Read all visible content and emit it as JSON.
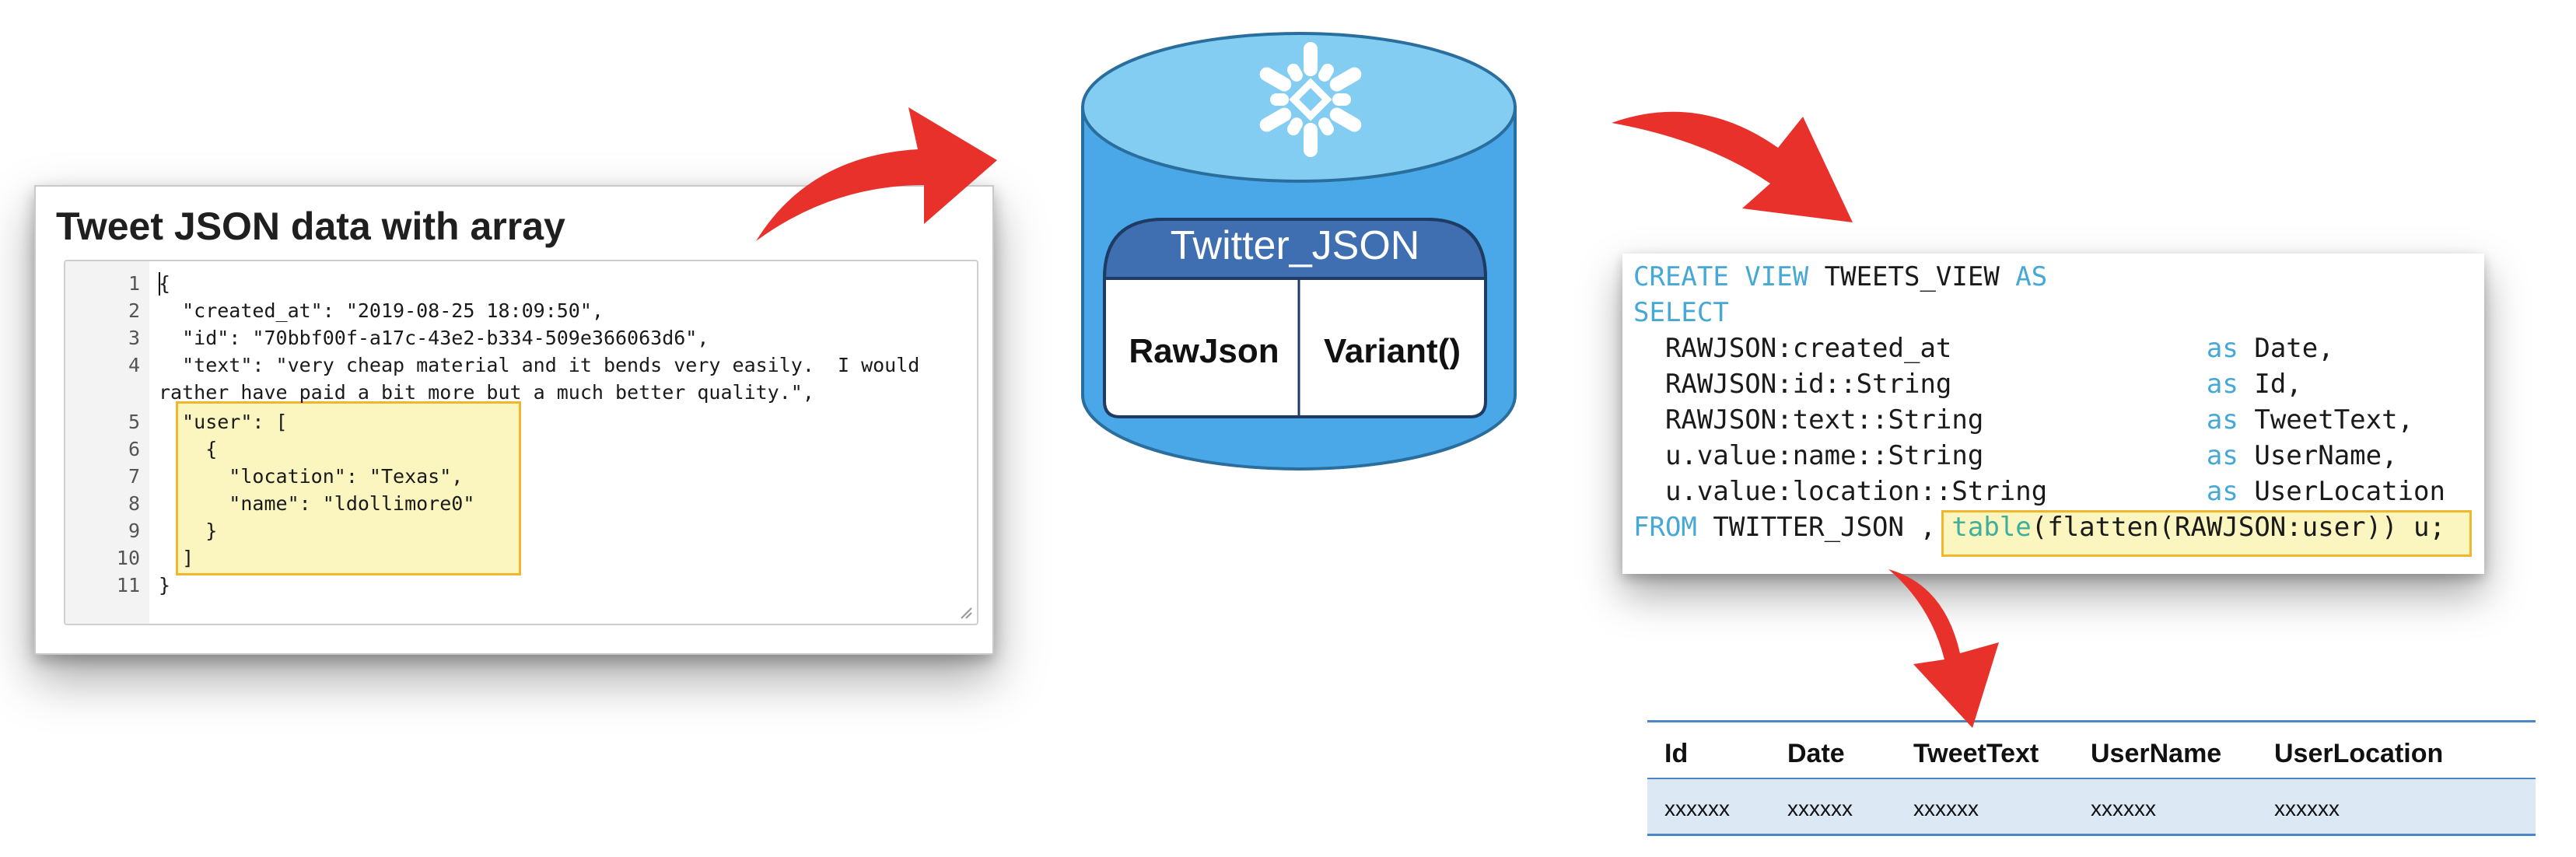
{
  "json_panel": {
    "title": "Tweet JSON data with array",
    "lines": [
      {
        "num": "1",
        "text": "{"
      },
      {
        "num": "2",
        "text": "  \"created_at\": \"2019-08-25 18:09:50\","
      },
      {
        "num": "3",
        "text": "  \"id\": \"70bbf00f-a17c-43e2-b334-509e366063d6\","
      },
      {
        "num": "4",
        "text": "  \"text\": \"very cheap material and it bends very easily.  I would"
      },
      {
        "num": "",
        "text": "rather have paid a bit more but a much better quality.\","
      },
      {
        "num": "5",
        "text": "  \"user\": ["
      },
      {
        "num": "6",
        "text": "    {"
      },
      {
        "num": "7",
        "text": "      \"location\": \"Texas\","
      },
      {
        "num": "8",
        "text": "      \"name\": \"ldollimore0\""
      },
      {
        "num": "9",
        "text": "    }"
      },
      {
        "num": "10",
        "text": "  ]"
      },
      {
        "num": "11",
        "text": "}"
      }
    ]
  },
  "database": {
    "table_name": "Twitter_JSON",
    "col1": "RawJson",
    "col2": "Variant()",
    "colors": {
      "body": "#4aa8e8",
      "top": "#84cdf2",
      "header": "#3f6fb0"
    }
  },
  "sql": {
    "lines": [
      {
        "kw1": "CREATE VIEW",
        "t1": " TWEETS_VIEW ",
        "kw2": "AS",
        "t2": ""
      },
      {
        "kw1": "SELECT",
        "t1": "",
        "kw2": "",
        "t2": ""
      },
      {
        "kw1": "",
        "t1": "  RAWJSON:created_at                ",
        "kw2": "as",
        "t2": " Date,"
      },
      {
        "kw1": "",
        "t1": "  RAWJSON:id::String                ",
        "kw2": "as",
        "t2": " Id,"
      },
      {
        "kw1": "",
        "t1": "  RAWJSON:text::String              ",
        "kw2": "as",
        "t2": " TweetText,"
      },
      {
        "kw1": "",
        "t1": "  u.value:name::String              ",
        "kw2": "as",
        "t2": " UserName,"
      },
      {
        "kw1": "",
        "t1": "  u.value:location::String          ",
        "kw2": "as",
        "t2": " UserLocation"
      }
    ],
    "from_kw": "FROM",
    "from_text": " TWITTER_JSON , ",
    "flatten_fn": "table",
    "flatten_rest": "(flatten(RAWJSON:user)) u;"
  },
  "result": {
    "headers": [
      "Id",
      "Date",
      "TweetText",
      "UserName",
      "UserLocation"
    ],
    "row": [
      "xxxxxx",
      "xxxxxx",
      "xxxxxx",
      "xxxxxx",
      "xxxxxx"
    ]
  },
  "colors": {
    "arrow": "#e8312a",
    "highlight_fill": "#fbf5bf",
    "highlight_border": "#f0b62e",
    "sql_keyword": "#46a8d6"
  }
}
